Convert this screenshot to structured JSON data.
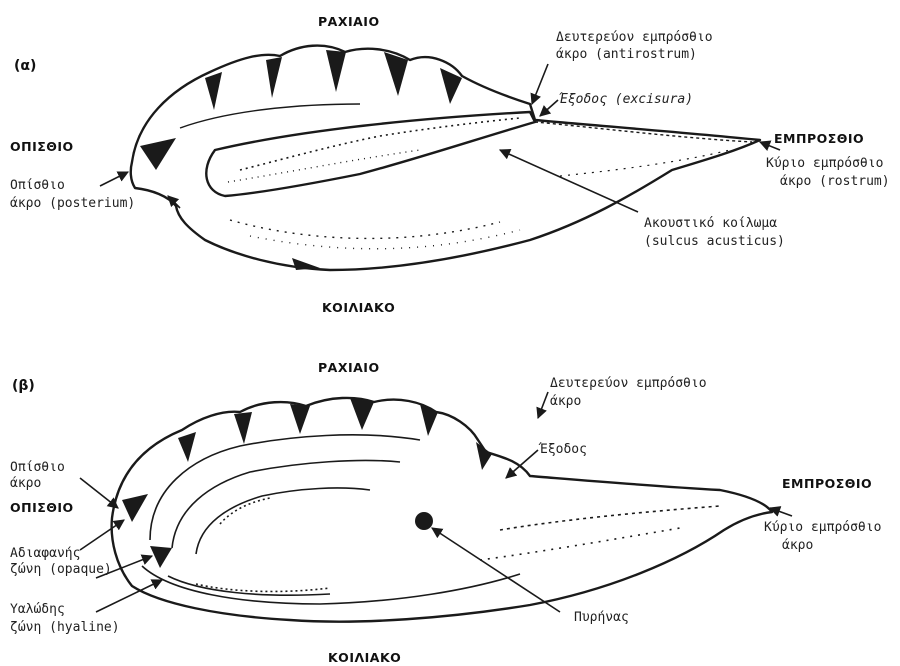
{
  "panel_a": {
    "tag": "(α)",
    "dorsal": "ΡΑΧΙΑΙΟ",
    "ventral": "ΚΟΙΛΙΑΚΟ",
    "posterior": "ΟΠΙΣΘΙΟ",
    "anterior": "ΕΜΠΡΟΣΘΙΟ",
    "antirostrum": [
      "Δευτερεύον εμπρόσθιο",
      "άκρο (antirostrum)"
    ],
    "excisura": "Έξοδος (excisura)",
    "rostrum": [
      "Κύριο εμπρόσθιο",
      "άκρο (rostrum)"
    ],
    "posterium": [
      "Οπίσθιο",
      "άκρο (posterium)"
    ],
    "sulcus": [
      "Ακουστικό κοίλωμα",
      "(sulcus acusticus)"
    ]
  },
  "panel_b": {
    "tag": "(β)",
    "dorsal": "ΡΑΧΙΑΙΟ",
    "ventral": "ΚΟΙΛΙΑΚΟ",
    "posterior": "ΟΠΙΣΘΙΟ",
    "anterior": "ΕΜΠΡΟΣΘΙΟ",
    "antirostrum": [
      "Δευτερεύον εμπρόσθιο",
      "άκρο"
    ],
    "excisura": "Έξοδος",
    "rostrum": [
      "Κύριο εμπρόσθιο",
      "άκρο"
    ],
    "posterium": [
      "Οπίσθιο",
      "άκρο"
    ],
    "opaque": [
      "Αδιαφανής",
      "ζώνη (opaque)"
    ],
    "hyaline": [
      "Υαλώδης",
      "ζώνη (hyaline)"
    ],
    "nucleus": "Πυρήνας"
  }
}
